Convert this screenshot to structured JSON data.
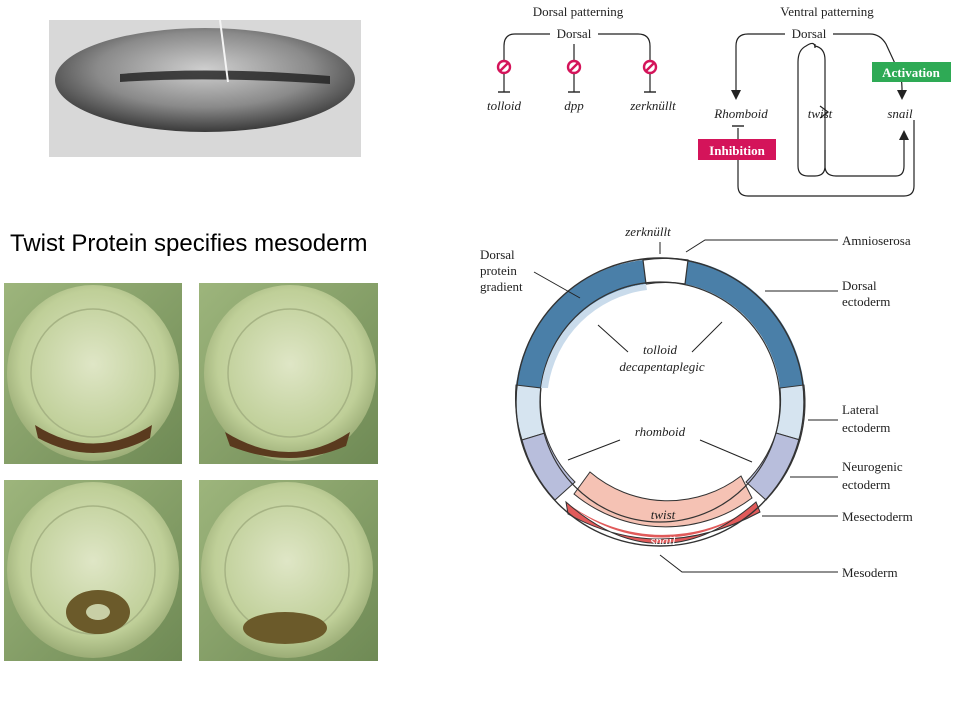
{
  "slide": {
    "title": "Twist Protein specifies mesoderm"
  },
  "dorsal_patterning": {
    "heading": "Dorsal patterning",
    "regulator": "Dorsal",
    "targets": [
      "tolloid",
      "dpp",
      "zerknüllt"
    ]
  },
  "ventral_patterning": {
    "heading": "Ventral patterning",
    "regulator": "Dorsal",
    "targets": [
      "Rhomboid",
      "twist",
      "snail"
    ],
    "activation_label": "Activation",
    "inhibition_label": "Inhibition",
    "activation_color": "#2eaa55",
    "inhibition_color": "#d4145a"
  },
  "cross_section": {
    "top_label": "zerknüllt",
    "left_label": "Dorsal protein gradient",
    "inner_labels": {
      "tolloid": "tolloid",
      "decapentaplegic": "decapentaplegic",
      "rhomboid": "rhomboid",
      "twist": "twist",
      "snail": "snail"
    },
    "regions": [
      "Amnioserosa",
      "Dorsal ectoderm",
      "Lateral ectoderm",
      "Neurogenic ectoderm",
      "Mesectoderm",
      "Mesoderm"
    ],
    "colors": {
      "dorsal_dark": "#4a7fa8",
      "dorsal_light": "#d6e4f0",
      "neurogenic": "#b8bedc",
      "twist": "#f5c2b4",
      "snail": "#e05a5a"
    }
  }
}
